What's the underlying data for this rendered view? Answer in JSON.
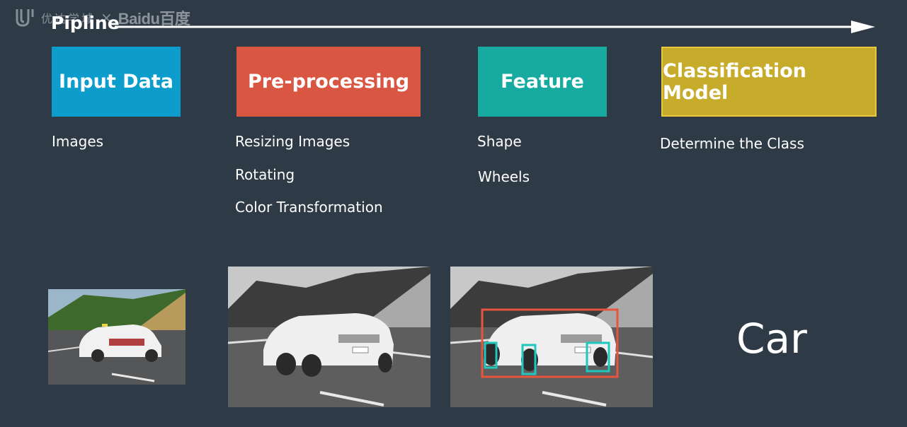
{
  "watermark": {
    "cn_text": "优达学城",
    "separator": "×",
    "partner": "Baidu百度"
  },
  "title": "Pipline",
  "stages": [
    {
      "label": "Input Data",
      "color": "#0c9dcc",
      "items": [
        "Images"
      ]
    },
    {
      "label": "Pre-processing",
      "color": "#d95643",
      "items": [
        "Resizing Images",
        "Rotating",
        "Color Transformation"
      ]
    },
    {
      "label": "Feature",
      "color": "#17aaa0",
      "items": [
        "Shape",
        "Wheels"
      ]
    },
    {
      "label": "Classification Model",
      "color": "#c7ab2a",
      "items": [
        "Determine the Class"
      ]
    }
  ],
  "images": [
    {
      "icon": "car-photo-color"
    },
    {
      "icon": "car-photo-grayscale"
    },
    {
      "icon": "car-photo-grayscale-annotated",
      "box_colors": [
        "#e8553f",
        "#1fc7bd"
      ]
    }
  ],
  "result": "Car"
}
